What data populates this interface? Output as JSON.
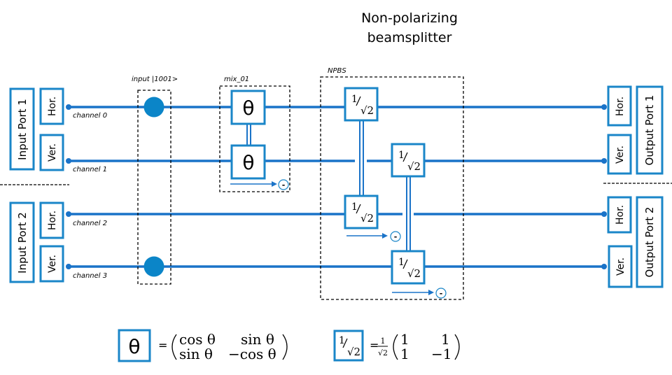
{
  "title": {
    "line1": "Non-polarizing",
    "line2": "beamsplitter"
  },
  "colors": {
    "wire": "#1a73c8",
    "box_border": "#1a86c8",
    "input_dot": "#0b85c8",
    "dashed": "#000000"
  },
  "input_ports": [
    {
      "label": "Input Port 1",
      "modes": [
        {
          "label": "Hor.",
          "channel": "channel 0"
        },
        {
          "label": "Ver.",
          "channel": "channel 1"
        }
      ]
    },
    {
      "label": "Input Port 2",
      "modes": [
        {
          "label": "Hor.",
          "channel": "channel 2"
        },
        {
          "label": "Ver.",
          "channel": "channel 3"
        }
      ]
    }
  ],
  "output_ports": [
    {
      "label": "Output Port 1",
      "modes": [
        {
          "label": "Hor."
        },
        {
          "label": "Ver."
        }
      ]
    },
    {
      "label": "Output Port 2",
      "modes": [
        {
          "label": "Hor."
        },
        {
          "label": "Ver."
        }
      ]
    }
  ],
  "groups": {
    "input": {
      "label": "input |1001>",
      "occupied_channels": [
        0,
        3
      ]
    },
    "mix": {
      "label": "mix_01",
      "gate_symbol": "θ",
      "channels": [
        0,
        1
      ]
    },
    "npbs": {
      "label": "NPBS",
      "gate_num": "1",
      "gate_den": "√2",
      "pairs": [
        [
          0,
          2
        ],
        [
          1,
          3
        ]
      ]
    }
  },
  "minus_symbol": "-",
  "legend": {
    "theta": {
      "symbol": "θ",
      "equals": "=",
      "matrix": [
        [
          "cos θ",
          "sin θ"
        ],
        [
          "sin θ",
          "−cos θ"
        ]
      ]
    },
    "bs": {
      "num": "1",
      "den": "√2",
      "equals": "=",
      "prefactor_num": "1",
      "prefactor_den": "√2",
      "matrix": [
        [
          "1",
          "1"
        ],
        [
          "1",
          "−1"
        ]
      ]
    }
  }
}
